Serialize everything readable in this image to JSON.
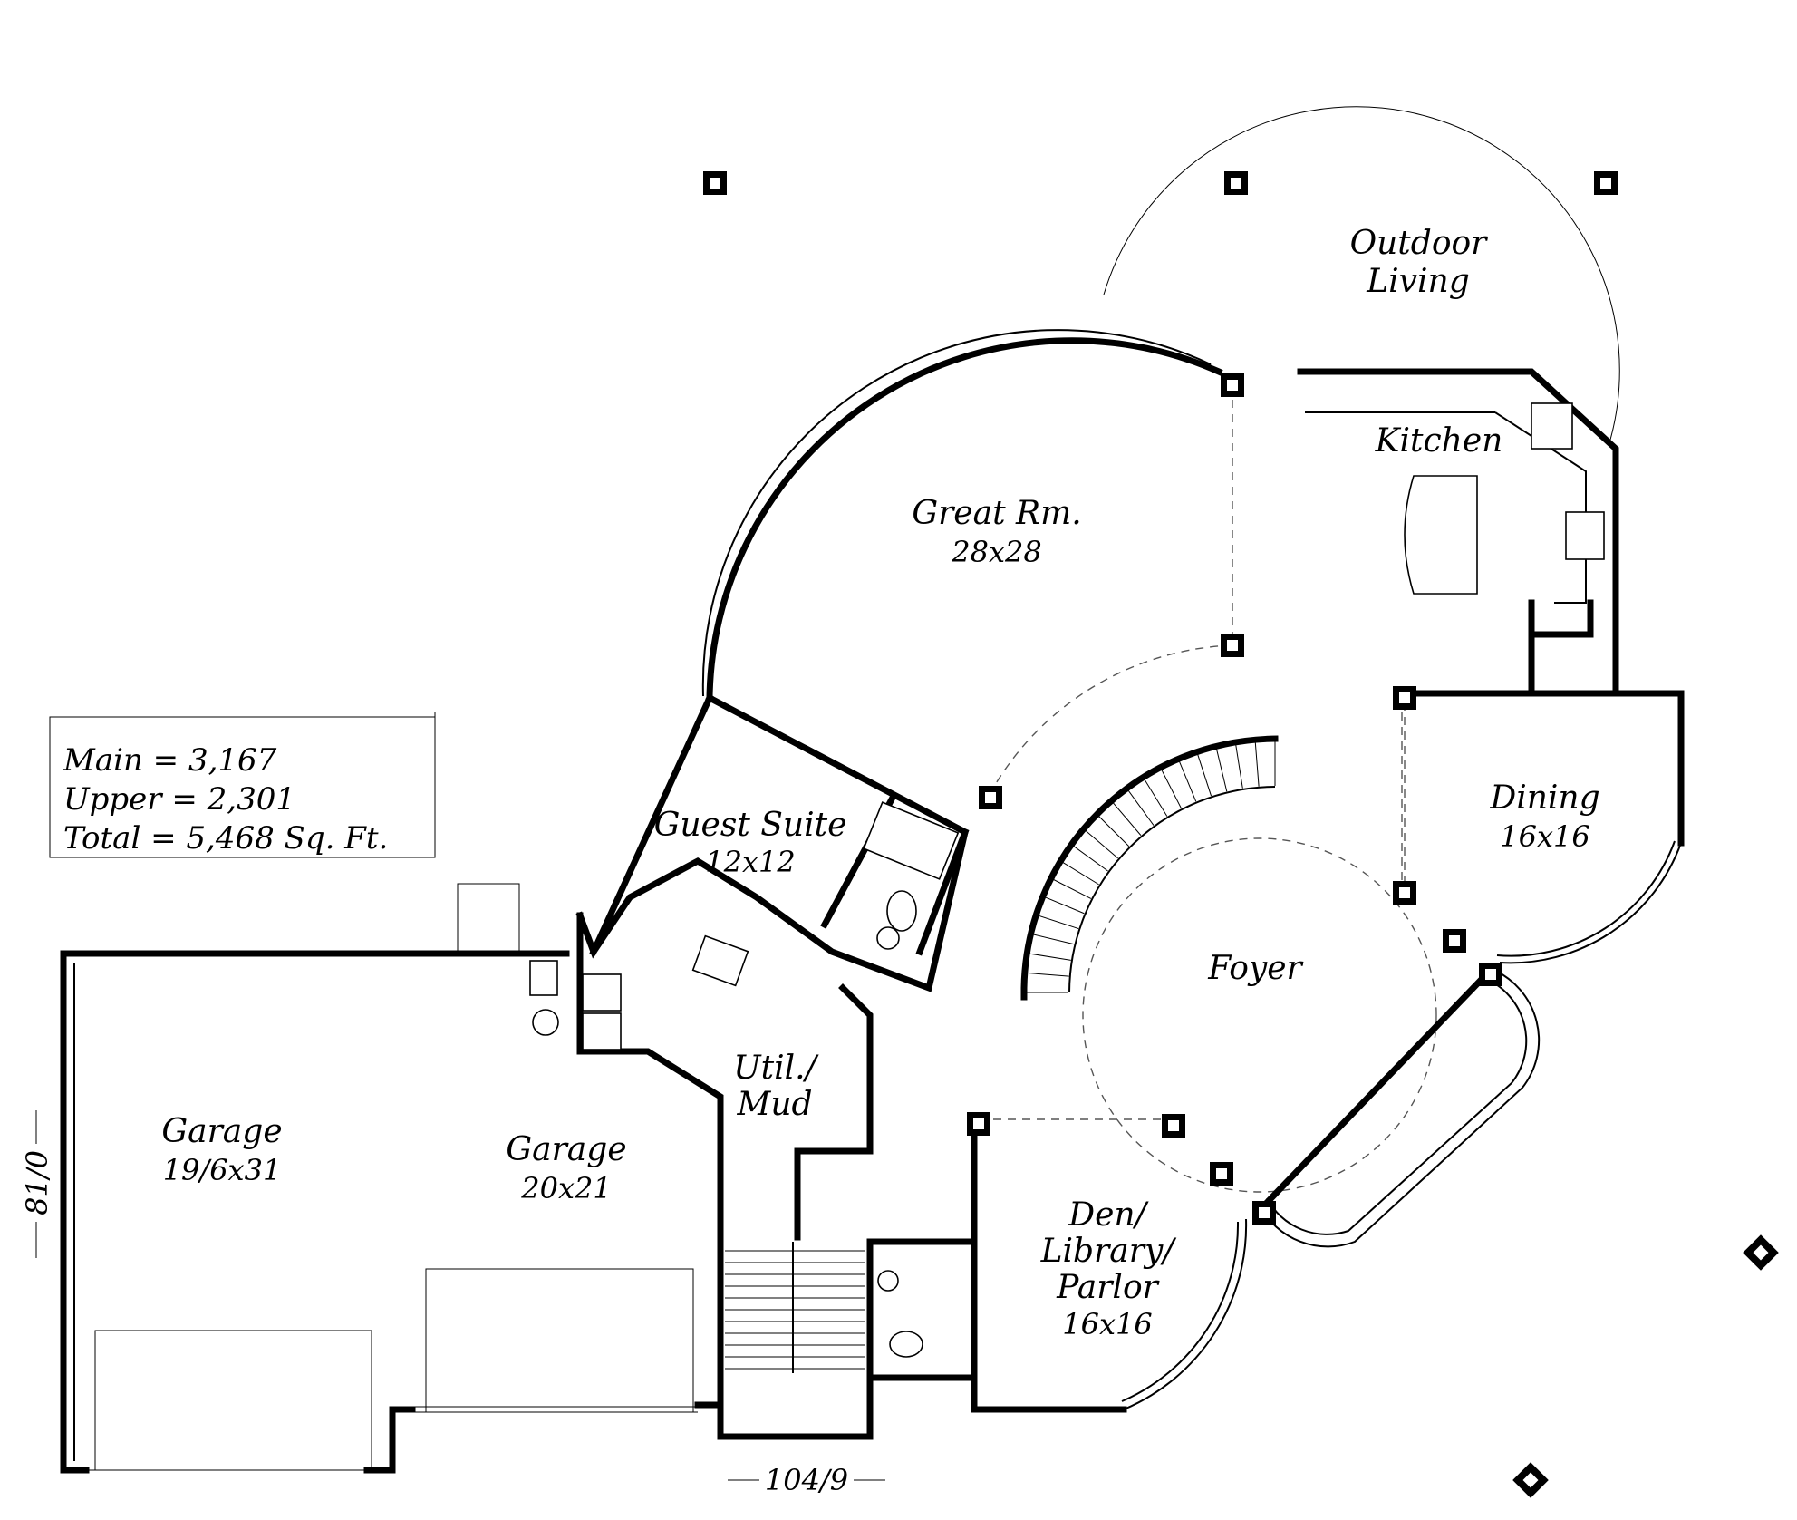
{
  "area_summary": {
    "main": "Main   = 3,167",
    "upper": "Upper = 2,301",
    "total": "Total   = 5,468  Sq. Ft."
  },
  "rooms": {
    "outdoor_living": {
      "line1": "Outdoor",
      "line2": "Living"
    },
    "kitchen": {
      "name": "Kitchen"
    },
    "great_room": {
      "name": "Great Rm.",
      "size": "28x28"
    },
    "dining": {
      "name": "Dining",
      "size": "16x16"
    },
    "guest_suite": {
      "name": "Guest Suite",
      "size": "12x12"
    },
    "foyer": {
      "name": "Foyer"
    },
    "util_mud": {
      "line1": "Util./",
      "line2": "Mud"
    },
    "garage_left": {
      "name": "Garage",
      "size": "19/6x31"
    },
    "garage_right": {
      "name": "Garage",
      "size": "20x21"
    },
    "den": {
      "line1": "Den/",
      "line2": "Library/",
      "line3": "Parlor",
      "size": "16x16"
    }
  },
  "dimensions": {
    "width": "104/9",
    "depth": "81/0"
  }
}
